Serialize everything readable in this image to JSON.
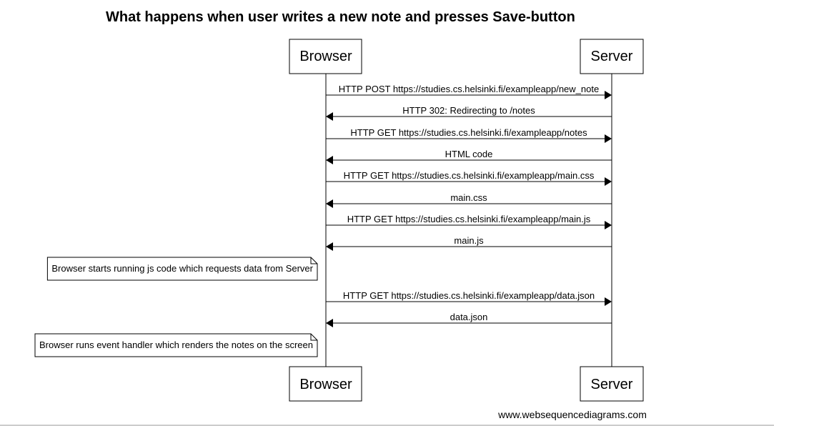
{
  "diagram": {
    "title": "What happens when user writes a new note and presses Save-button",
    "footer": "www.websequencediagrams.com",
    "actors": [
      {
        "id": "browser",
        "label": "Browser"
      },
      {
        "id": "server",
        "label": "Server"
      }
    ],
    "steps": [
      {
        "kind": "message",
        "from": "browser",
        "to": "server",
        "label": "HTTP POST https://studies.cs.helsinki.fi/exampleapp/new_note"
      },
      {
        "kind": "message",
        "from": "server",
        "to": "browser",
        "label": "HTTP 302: Redirecting to /notes"
      },
      {
        "kind": "message",
        "from": "browser",
        "to": "server",
        "label": "HTTP GET https://studies.cs.helsinki.fi/exampleapp/notes"
      },
      {
        "kind": "message",
        "from": "server",
        "to": "browser",
        "label": "HTML code"
      },
      {
        "kind": "message",
        "from": "browser",
        "to": "server",
        "label": "HTTP GET https://studies.cs.helsinki.fi/exampleapp/main.css"
      },
      {
        "kind": "message",
        "from": "server",
        "to": "browser",
        "label": "main.css"
      },
      {
        "kind": "message",
        "from": "browser",
        "to": "server",
        "label": "HTTP GET https://studies.cs.helsinki.fi/exampleapp/main.js"
      },
      {
        "kind": "message",
        "from": "server",
        "to": "browser",
        "label": "main.js"
      },
      {
        "kind": "note",
        "side": "left of",
        "actor": "browser",
        "label": "Browser starts running js code which requests data from Server"
      },
      {
        "kind": "message",
        "from": "browser",
        "to": "server",
        "label": "HTTP GET https://studies.cs.helsinki.fi/exampleapp/data.json"
      },
      {
        "kind": "message",
        "from": "server",
        "to": "browser",
        "label": "data.json"
      },
      {
        "kind": "note",
        "side": "left of",
        "actor": "browser",
        "label": "Browser runs event handler which renders the notes on the screen"
      }
    ]
  }
}
